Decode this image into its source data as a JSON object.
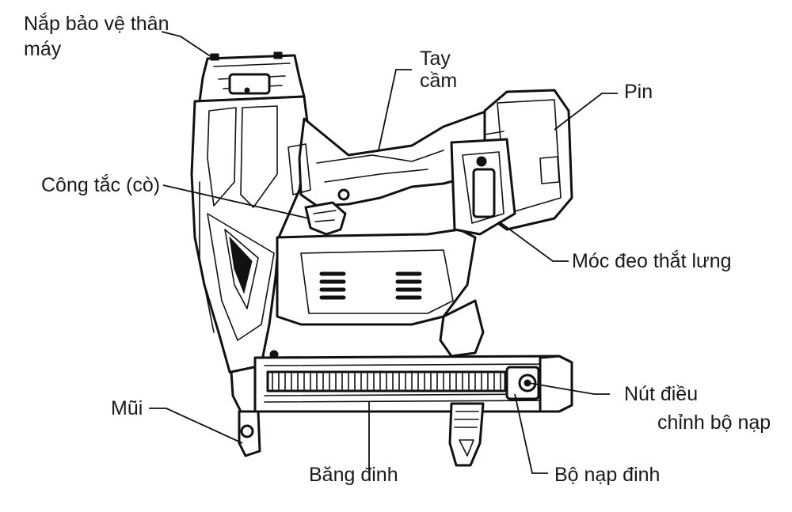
{
  "labels": {
    "body_cover": [
      "Nắp bảo vệ thân",
      "máy"
    ],
    "handle": [
      "Tay",
      "cầm"
    ],
    "battery": "Pin",
    "trigger": "Công tắc (cò)",
    "belt_hook": "Móc đeo thắt lưng",
    "nose": "Mũi",
    "adjust_knob": [
      "Nút điều",
      "chỉnh bộ nạp"
    ],
    "nail_strip": "Băng đinh",
    "feeder": "Bộ nạp đinh"
  }
}
